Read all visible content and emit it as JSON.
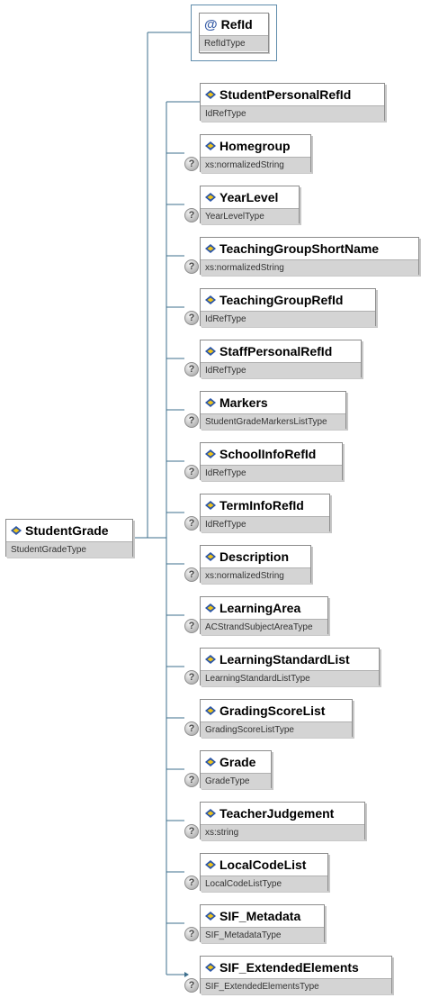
{
  "root": {
    "name": "StudentGrade",
    "type": "StudentGradeType"
  },
  "attribute": {
    "prefix": "@",
    "name": "RefId",
    "type": "RefIdType"
  },
  "optional_marker": "?",
  "children": [
    {
      "name": "StudentPersonalRefId",
      "type": "IdRefType",
      "optional": false
    },
    {
      "name": "Homegroup",
      "type": "xs:normalizedString",
      "optional": true
    },
    {
      "name": "YearLevel",
      "type": "YearLevelType",
      "optional": true
    },
    {
      "name": "TeachingGroupShortName",
      "type": "xs:normalizedString",
      "optional": true
    },
    {
      "name": "TeachingGroupRefId",
      "type": "IdRefType",
      "optional": true
    },
    {
      "name": "StaffPersonalRefId",
      "type": "IdRefType",
      "optional": true
    },
    {
      "name": "Markers",
      "type": "StudentGradeMarkersListType",
      "optional": true
    },
    {
      "name": "SchoolInfoRefId",
      "type": "IdRefType",
      "optional": true
    },
    {
      "name": "TermInfoRefId",
      "type": "IdRefType",
      "optional": true
    },
    {
      "name": "Description",
      "type": "xs:normalizedString",
      "optional": true
    },
    {
      "name": "LearningArea",
      "type": "ACStrandSubjectAreaType",
      "optional": true
    },
    {
      "name": "LearningStandardList",
      "type": "LearningStandardListType",
      "optional": true
    },
    {
      "name": "GradingScoreList",
      "type": "GradingScoreListType",
      "optional": true
    },
    {
      "name": "Grade",
      "type": "GradeType",
      "optional": true
    },
    {
      "name": "TeacherJudgement",
      "type": "xs:string",
      "optional": true
    },
    {
      "name": "LocalCodeList",
      "type": "LocalCodeListType",
      "optional": true
    },
    {
      "name": "SIF_Metadata",
      "type": "SIF_MetadataType",
      "optional": true
    },
    {
      "name": "SIF_ExtendedElements",
      "type": "SIF_ExtendedElementsType",
      "optional": true
    }
  ],
  "colors": {
    "connector": "#3d6f8e",
    "type_band": "#d4d4d4",
    "icon_blue": "#2b56a8",
    "icon_yellow": "#f0c419"
  }
}
